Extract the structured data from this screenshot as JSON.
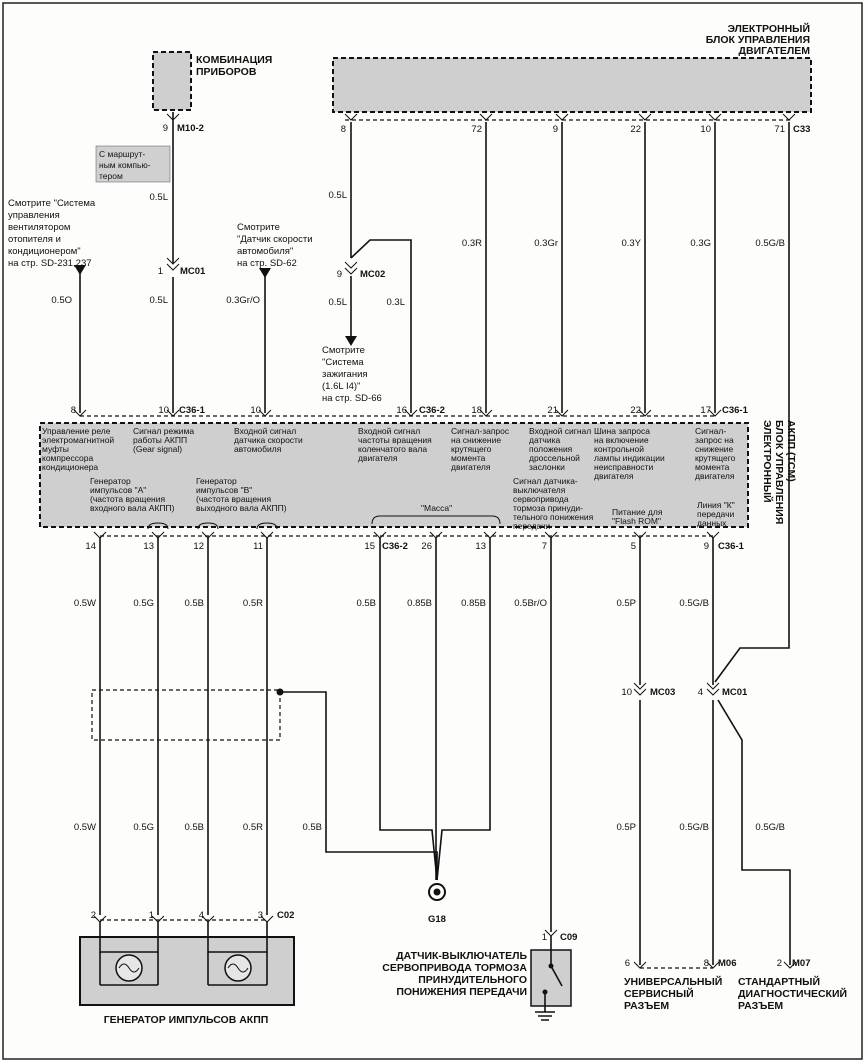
{
  "ecu": {
    "title_lines": [
      "ЭЛЕКТРОННЫЙ",
      "БЛОК УПРАВЛЕНИЯ",
      "ДВИГАТЕЛЕМ"
    ],
    "connector": "C33",
    "pins": [
      "8",
      "72",
      "9",
      "22",
      "10",
      "71"
    ]
  },
  "cluster": {
    "title_lines": [
      "КОМБИНАЦИЯ",
      "ПРИБОРОВ"
    ],
    "pin": "9",
    "connector": "M10-2"
  },
  "trip_computer": {
    "lines": [
      "С маршрут-",
      "ным компью-",
      "тером"
    ]
  },
  "refs": {
    "hvac": [
      "Смотрите \"Система",
      "управления",
      "вентилятором",
      "отопителя и",
      "кондиционером\"",
      "на стр. SD-231,237"
    ],
    "speed": [
      "Смотрите",
      "\"Датчик скорости",
      "автомобиля\"",
      "на стр. SD-62"
    ],
    "ignition": [
      "Смотрите",
      "\"Система",
      "зажигания",
      "(1.6L I4)\"",
      "на стр. SD-66"
    ]
  },
  "mc01_top": {
    "pin": "1",
    "name": "MC01"
  },
  "mc02": {
    "pin": "9",
    "name": "MC02"
  },
  "wire_labels_upper": {
    "trip": "0.5L",
    "ign_a": "0.5L",
    "ign_b": "0.3L",
    "w72": "0.3R",
    "w9": "0.3Gr",
    "w22": "0.3Y",
    "w10": "0.3G",
    "w71": "0.5G/B",
    "hvac": "0.5O",
    "cluster_low": "0.5L",
    "speed": "0.3Gr/O"
  },
  "tcm": {
    "title_lines": [
      "ЭЛЕКТРОННЫЙ",
      "БЛОК УПРАВЛЕНИЯ",
      "АКПП (TCM)"
    ],
    "top_pins": [
      "8",
      "10",
      "10",
      "16",
      "18",
      "21",
      "22",
      "17"
    ],
    "top_conn_a": "C36-1",
    "top_conn_b": "C36-2",
    "top_conn_c": "C36-1",
    "desc": {
      "relay": [
        "Управление реле",
        "электромагнитной",
        "муфты",
        "компрессора",
        "кондиционера"
      ],
      "mode": [
        "Сигнал режима",
        "работы АКПП",
        "(Gear signal)"
      ],
      "speed": [
        "Входной сигнал",
        "датчика скорости",
        "автомобиля"
      ],
      "crank": [
        "Входной сигнал",
        "частоты вращения",
        "коленчатого вала",
        "двигателя"
      ],
      "torque_req": [
        "Сигнал-запрос",
        "на снижение",
        "крутящего",
        "момента",
        "двигателя"
      ],
      "throttle": [
        "Входной сигнал",
        "датчика",
        "положения",
        "дроссельной",
        "заслонки"
      ],
      "lamp": [
        "Шина запроса",
        "на включение",
        "контрольной",
        "лампы индикации",
        "неисправности",
        "двигателя"
      ],
      "torque_req2": [
        "Сигнал-",
        "запрос на",
        "снижение",
        "крутящего",
        "момента",
        "двигателя"
      ],
      "gen_a": [
        "Генератор",
        "импульсов \"А\"",
        "(частота вращения",
        "входного вала АКПП)"
      ],
      "gen_b": [
        "Генератор",
        "импульсов \"В\"",
        "(частота вращения",
        "выходного вала АКПП)"
      ],
      "mass": "\"Масса\"",
      "servo": [
        "Сигнал датчика-",
        "выключателя",
        "сервопривода",
        "тормоза принуди-",
        "тельного понижения",
        "передачи"
      ],
      "flash": [
        "Питание для",
        "\"Flash ROM\""
      ],
      "k_line": [
        "Линия \"К\"",
        "передачи",
        "данных"
      ]
    },
    "bottom_pins": [
      "14",
      "13",
      "12",
      "11",
      "15",
      "26",
      "13",
      "7",
      "5",
      "9"
    ],
    "bottom_conn_a": "C36-2",
    "bottom_conn_b": "C36-1"
  },
  "wire_labels_lower": {
    "w14": "0.5W",
    "w13": "0.5G",
    "w12": "0.5B",
    "w11": "0.5R",
    "w15": "0.5B",
    "w26": "0.85B",
    "w13b": "0.85B",
    "w7": "0.5Br/O",
    "w5": "0.5P",
    "w9": "0.5G/B"
  },
  "wire_labels_bottom": {
    "w14": "0.5W",
    "w13": "0.5G",
    "w12": "0.5B",
    "w11": "0.5R",
    "shield": "0.5B",
    "w5": "0.5P",
    "w9": "0.5G/B",
    "w71": "0.5G/B"
  },
  "mc03": {
    "pin": "10",
    "name": "MC03"
  },
  "mc01_bottom": {
    "pin": "4",
    "name": "MC01"
  },
  "ground": {
    "name": "G18"
  },
  "pulse_gen": {
    "pins": [
      "2",
      "1",
      "4",
      "3"
    ],
    "connector": "C02",
    "title": "ГЕНЕРАТОР ИМПУЛЬСОВ АКПП"
  },
  "servo_switch": {
    "pin": "1",
    "connector": "C09",
    "title_lines": [
      "ДАТЧИК-ВЫКЛЮЧАТЕЛЬ",
      "СЕРВОПРИВОДА ТОРМОЗА",
      "ПРИНУДИТЕЛЬНОГО",
      "ПОНИЖЕНИЯ ПЕРЕДАЧИ"
    ]
  },
  "service_conn": {
    "pins": [
      "6",
      "8"
    ],
    "connector": "M06",
    "title_lines": [
      "УНИВЕРСАЛЬНЫЙ",
      "СЕРВИСНЫЙ",
      "РАЗЪЕМ"
    ]
  },
  "diag_conn": {
    "pin": "2",
    "connector": "M07",
    "title_lines": [
      "СТАНДАРТНЫЙ",
      "ДИАГНОСТИЧЕСКИЙ",
      "РАЗЪЕМ"
    ]
  }
}
